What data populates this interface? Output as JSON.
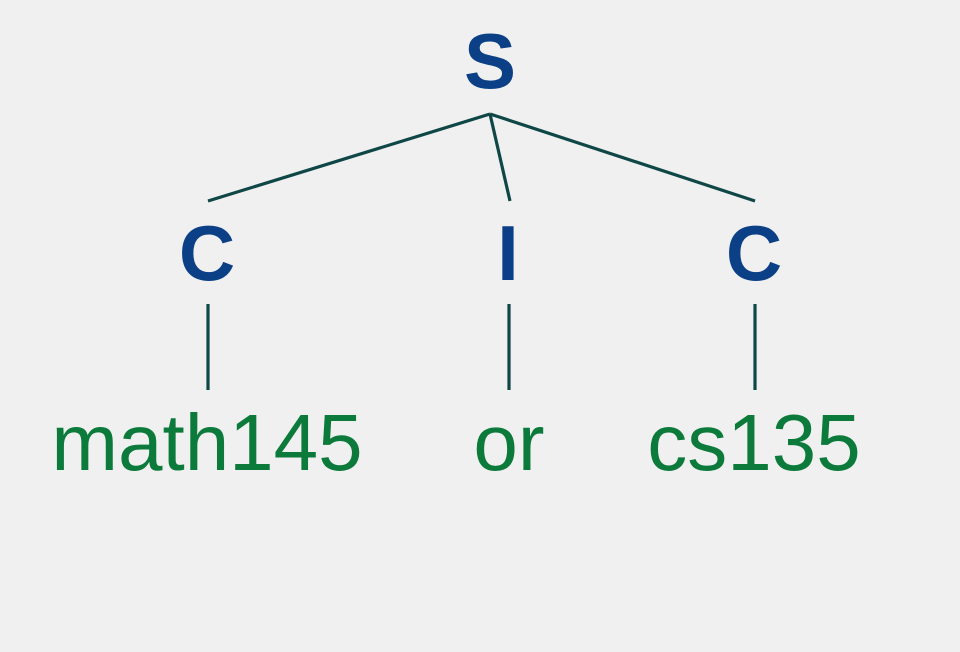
{
  "colors": {
    "background": "#f0f0f0",
    "nonterminal": "#0b3f86",
    "terminal": "#0b7a3b",
    "edge": "#0f4747"
  },
  "tree": {
    "root": {
      "label": "S"
    },
    "children": [
      {
        "label": "C",
        "leaf": "math145"
      },
      {
        "label": "I",
        "leaf": "or"
      },
      {
        "label": "C",
        "leaf": "cs135"
      }
    ]
  }
}
